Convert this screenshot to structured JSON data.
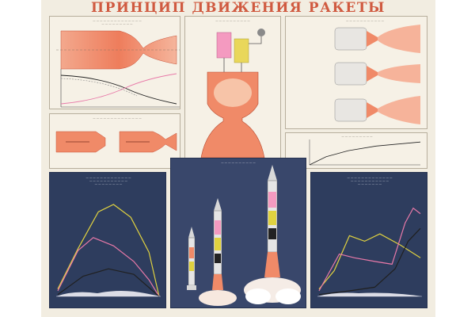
{
  "poster": {
    "title": "ПРИНЦИП ДВИЖЕНИЯ РАКЕТЫ",
    "colors": {
      "background": "#f2ede1",
      "title": "#d05a40",
      "nozzle": "#f08a68",
      "panel": "#2e3d5e",
      "curve_yellow": "#e0d240",
      "curve_pink": "#e879a8",
      "curve_black": "#202020"
    }
  },
  "left_dark_panel": {
    "curves": {
      "yellow": [
        [
          0.0,
          0.08
        ],
        [
          0.2,
          0.52
        ],
        [
          0.4,
          0.92
        ],
        [
          0.55,
          1.0
        ],
        [
          0.72,
          0.86
        ],
        [
          0.9,
          0.48
        ],
        [
          1.0,
          0.0
        ]
      ],
      "pink": [
        [
          0.0,
          0.06
        ],
        [
          0.2,
          0.5
        ],
        [
          0.35,
          0.64
        ],
        [
          0.55,
          0.55
        ],
        [
          0.75,
          0.38
        ],
        [
          0.9,
          0.18
        ],
        [
          1.0,
          0.0
        ]
      ],
      "black": [
        [
          0.0,
          0.02
        ],
        [
          0.25,
          0.22
        ],
        [
          0.5,
          0.3
        ],
        [
          0.75,
          0.24
        ],
        [
          1.0,
          0.0
        ]
      ]
    }
  },
  "right_dark_panel": {
    "curves": {
      "yellow": [
        [
          0.0,
          0.08
        ],
        [
          0.15,
          0.28
        ],
        [
          0.3,
          0.66
        ],
        [
          0.45,
          0.6
        ],
        [
          0.6,
          0.68
        ],
        [
          0.8,
          0.56
        ],
        [
          1.0,
          0.42
        ]
      ],
      "pink": [
        [
          0.0,
          0.06
        ],
        [
          0.2,
          0.46
        ],
        [
          0.35,
          0.42
        ],
        [
          0.55,
          0.38
        ],
        [
          0.72,
          0.35
        ],
        [
          0.85,
          0.8
        ],
        [
          0.93,
          0.96
        ],
        [
          1.0,
          0.9
        ]
      ],
      "black": [
        [
          0.0,
          0.02
        ],
        [
          0.3,
          0.06
        ],
        [
          0.55,
          0.1
        ],
        [
          0.75,
          0.3
        ],
        [
          0.88,
          0.6
        ],
        [
          1.0,
          0.74
        ]
      ]
    }
  },
  "velocity_chart": {
    "curve": [
      [
        0.0,
        0.0
      ],
      [
        0.15,
        0.32
      ],
      [
        0.35,
        0.56
      ],
      [
        0.6,
        0.74
      ],
      [
        1.0,
        0.9
      ]
    ]
  }
}
